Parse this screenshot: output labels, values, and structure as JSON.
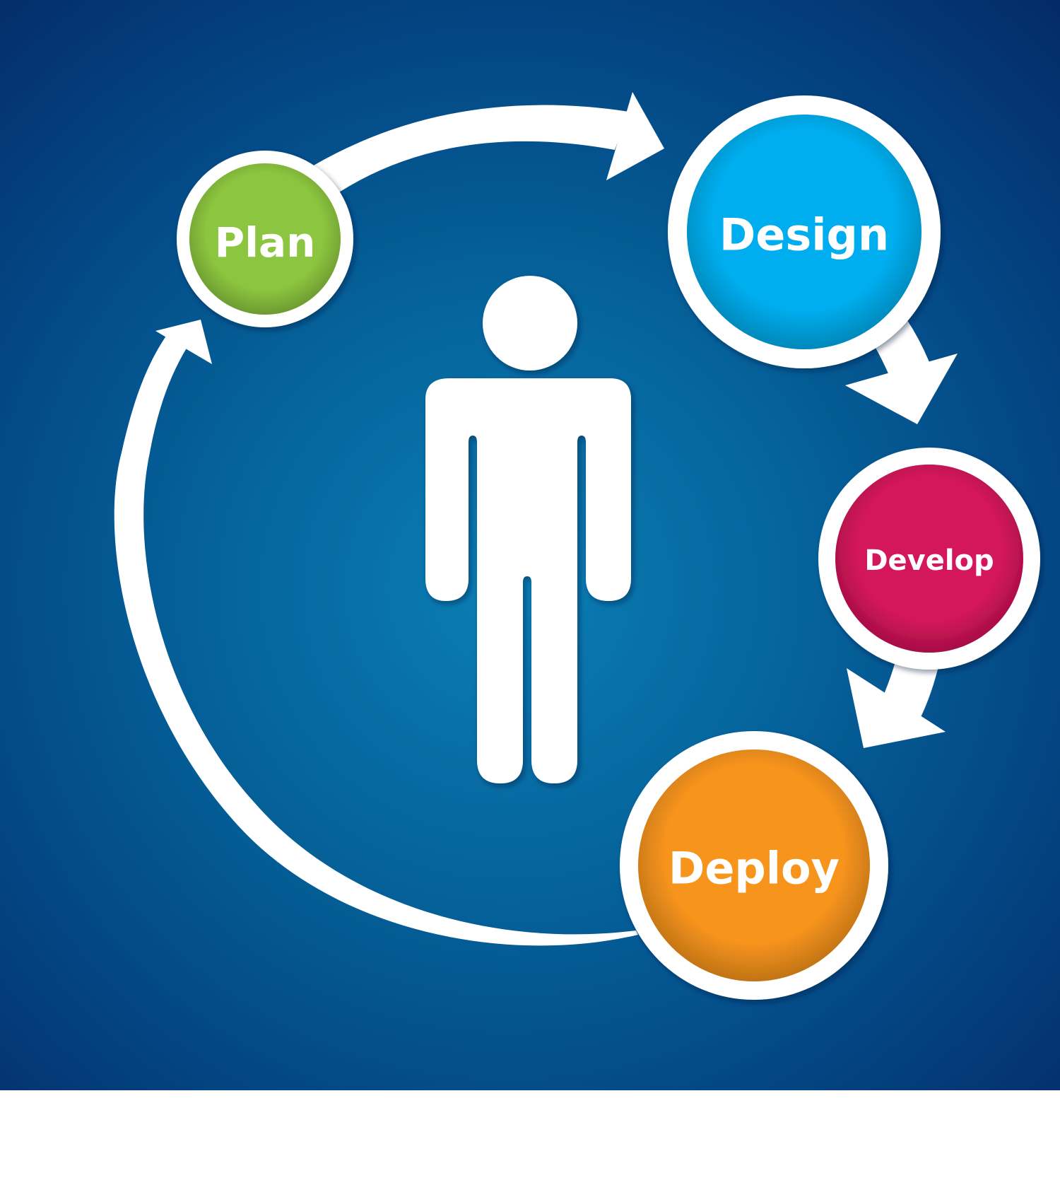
{
  "diagram": {
    "colors": {
      "background_outer": "#042a68",
      "background_center": "#0a7fb4",
      "ring": "#ffffff",
      "arrows": "#ffffff",
      "person": "#ffffff"
    },
    "icons": [
      "person-icon"
    ],
    "stages": [
      {
        "id": "plan",
        "label": "Plan",
        "color": "#8cc63f"
      },
      {
        "id": "design",
        "label": "Design",
        "color": "#00aeef"
      },
      {
        "id": "develop",
        "label": "Develop",
        "color": "#d4145a"
      },
      {
        "id": "deploy",
        "label": "Deploy",
        "color": "#f7941d"
      }
    ]
  }
}
